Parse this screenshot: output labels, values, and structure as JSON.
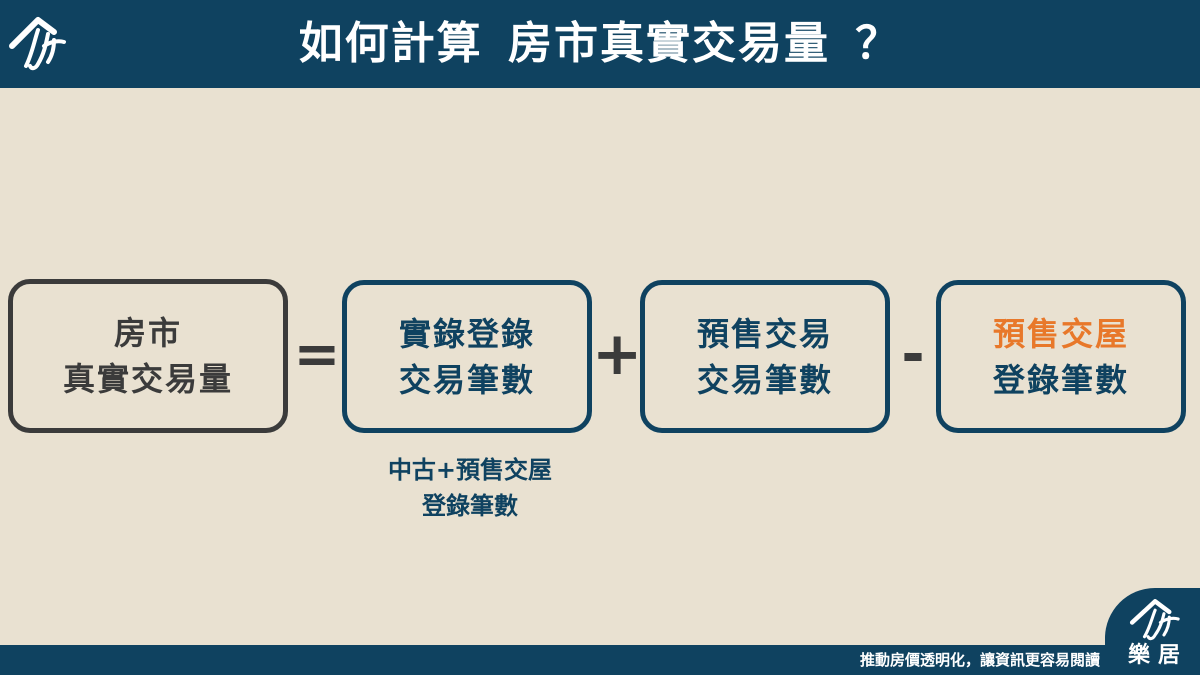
{
  "header": {
    "title": "如何計算 房市真實交易量 ？"
  },
  "formula": {
    "result_box": {
      "line1": "房市",
      "line2": "真實交易量"
    },
    "equals": "=",
    "box1": {
      "line1": "實錄登錄",
      "line2": "交易筆數"
    },
    "plus": "+",
    "box2": {
      "line1": "預售交易",
      "line2": "交易筆數"
    },
    "minus": "-",
    "box3": {
      "line1": "預售交屋",
      "line2": "登錄筆數"
    },
    "note": {
      "line1": "中古+預售交屋",
      "line2": "登錄筆數"
    }
  },
  "footer": {
    "slogan": "推動房價透明化，讓資訊更容易閱讀",
    "brand": "樂居"
  },
  "colors": {
    "background": "#e9e1d1",
    "navy": "#0f4260",
    "dark_gray": "#3b3b3b",
    "orange": "#e8782a"
  },
  "icons": {
    "logo": "leju-logo-icon"
  }
}
